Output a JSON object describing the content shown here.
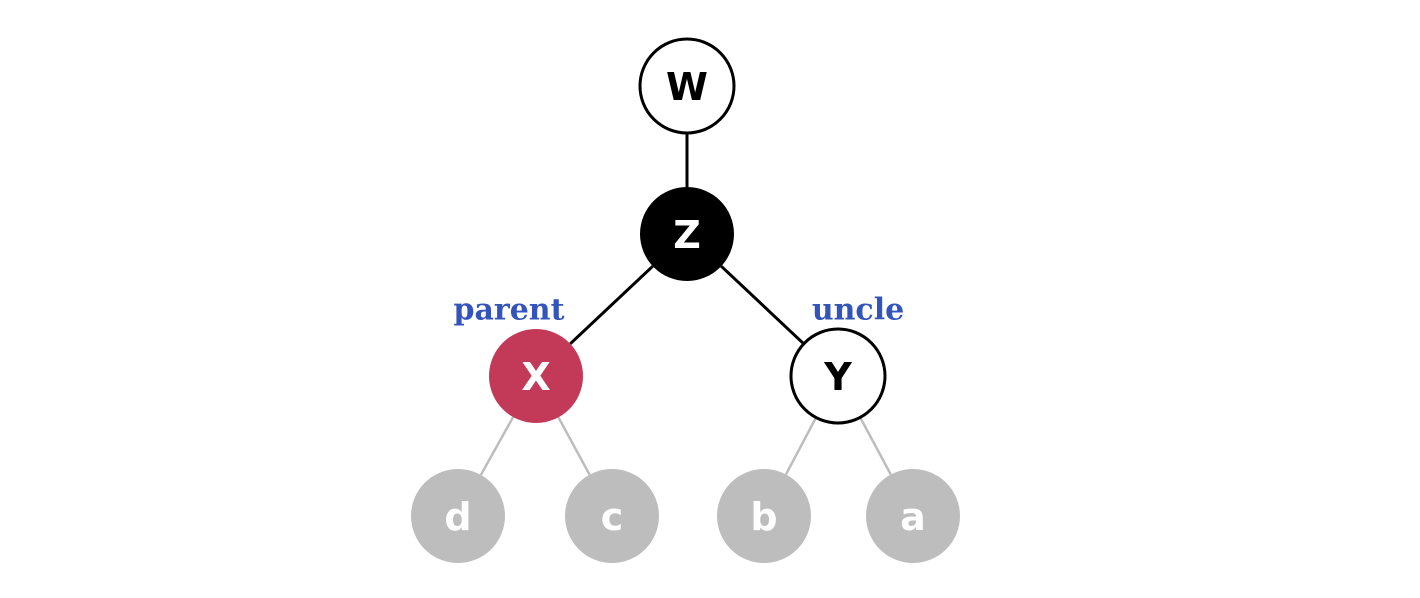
{
  "diagram": {
    "nodes": [
      {
        "id": "W",
        "label": "W",
        "kind": "black-node-white",
        "fill": "#ffffff",
        "stroke": "#000000",
        "text_color": "#000000"
      },
      {
        "id": "Z",
        "label": "Z",
        "kind": "black-node",
        "fill": "#000000",
        "stroke": "#000000",
        "text_color": "#ffffff"
      },
      {
        "id": "X",
        "label": "X",
        "kind": "red-node",
        "fill": "#c33a58",
        "stroke": "#c33a58",
        "text_color": "#ffffff"
      },
      {
        "id": "Y",
        "label": "Y",
        "kind": "black-node-white",
        "fill": "#ffffff",
        "stroke": "#000000",
        "text_color": "#000000"
      },
      {
        "id": "d",
        "label": "d",
        "kind": "subtree",
        "fill": "#bdbdbd",
        "stroke": "#bdbdbd",
        "text_color": "#ffffff"
      },
      {
        "id": "c",
        "label": "c",
        "kind": "subtree",
        "fill": "#bdbdbd",
        "stroke": "#bdbdbd",
        "text_color": "#ffffff"
      },
      {
        "id": "b",
        "label": "b",
        "kind": "subtree",
        "fill": "#bdbdbd",
        "stroke": "#bdbdbd",
        "text_color": "#ffffff"
      },
      {
        "id": "a",
        "label": "a",
        "kind": "subtree",
        "fill": "#bdbdbd",
        "stroke": "#bdbdbd",
        "text_color": "#ffffff"
      }
    ],
    "edges": [
      {
        "from": "W",
        "to": "Z",
        "color": "#000000"
      },
      {
        "from": "Z",
        "to": "X",
        "color": "#000000"
      },
      {
        "from": "Z",
        "to": "Y",
        "color": "#000000"
      },
      {
        "from": "X",
        "to": "d",
        "color": "#bdbdbd"
      },
      {
        "from": "X",
        "to": "c",
        "color": "#bdbdbd"
      },
      {
        "from": "Y",
        "to": "b",
        "color": "#bdbdbd"
      },
      {
        "from": "Y",
        "to": "a",
        "color": "#bdbdbd"
      }
    ],
    "tags": [
      {
        "id": "parent",
        "text": "parent",
        "color": "#3355bb",
        "near": "X"
      },
      {
        "id": "uncle",
        "text": "uncle",
        "color": "#3355bb",
        "near": "Y"
      }
    ]
  }
}
